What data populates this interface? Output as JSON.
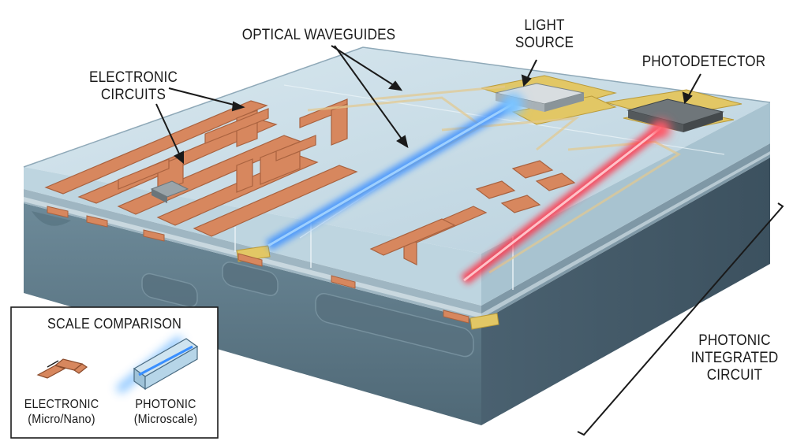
{
  "labels": {
    "optical_waveguides": "OPTICAL WAVEGUIDES",
    "light_source": [
      "LIGHT",
      "SOURCE"
    ],
    "photodetector": "PHOTODETECTOR",
    "electronic_circuits": [
      "ELECTRONIC",
      "CIRCUITS"
    ],
    "photonic_ic": [
      "PHOTONIC",
      "INTEGRATED",
      "CIRCUIT"
    ]
  },
  "scale_comparison": {
    "title": "SCALE COMPARISON",
    "electronic": [
      "ELECTRONIC",
      "(Micro/Nano)"
    ],
    "photonic": [
      "PHOTONIC",
      "(Microscale)"
    ]
  },
  "colors": {
    "copper": "#d7875e",
    "substrate": "#5f7c8c",
    "glass": "#c7dbe6",
    "blue_beam": "#3a8fff",
    "red_beam": "#ff3346",
    "gold_pad": "#e2c765"
  }
}
